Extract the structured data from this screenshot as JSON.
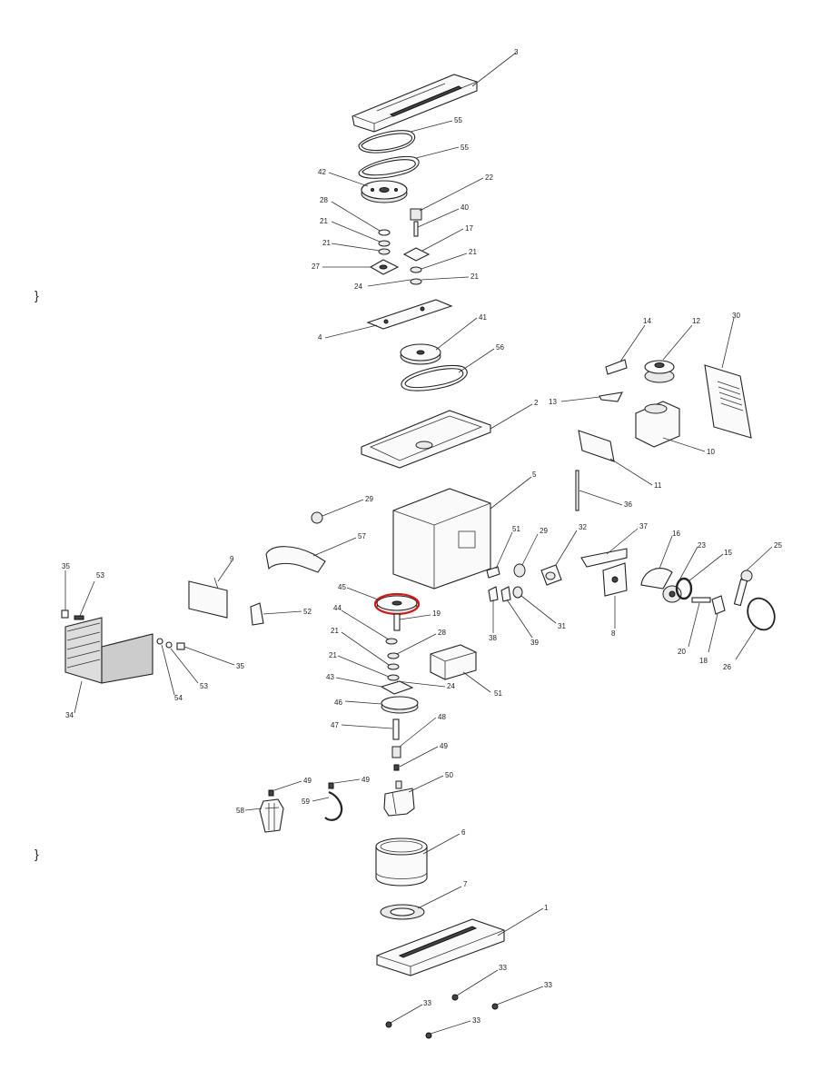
{
  "diagram": {
    "highlight_color": "#d01818",
    "part_labels": [
      "3",
      "55",
      "55",
      "42",
      "22",
      "28",
      "40",
      "21",
      "17",
      "21",
      "21",
      "27",
      "21",
      "24",
      "4",
      "41",
      "56",
      "2",
      "14",
      "12",
      "30",
      "13",
      "10",
      "11",
      "36",
      "5",
      "29",
      "57",
      "51",
      "29",
      "32",
      "37",
      "16",
      "23",
      "15",
      "25",
      "9",
      "35",
      "53",
      "45",
      "19",
      "52",
      "44",
      "28",
      "38",
      "39",
      "31",
      "8",
      "20",
      "18",
      "26",
      "21",
      "24",
      "21",
      "43",
      "51",
      "34",
      "35",
      "53",
      "54",
      "46",
      "47",
      "48",
      "49",
      "49",
      "49",
      "50",
      "58",
      "59",
      "6",
      "7",
      "1",
      "33",
      "33",
      "33",
      "33"
    ],
    "margin_marks": [
      "}",
      "}"
    ],
    "highlighted_part": "45"
  }
}
